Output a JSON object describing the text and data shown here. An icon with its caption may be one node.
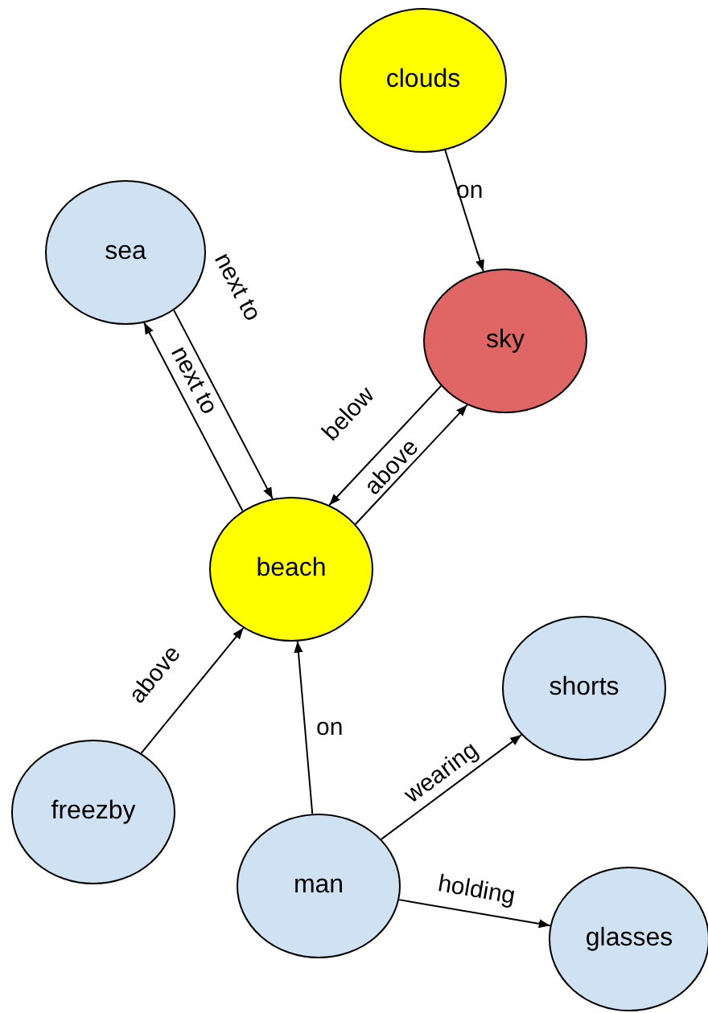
{
  "diagram": {
    "nodes": [
      {
        "text": [
          "clouds"
        ]
      },
      {
        "text": [
          "sea"
        ]
      },
      {
        "text": [
          "sky"
        ]
      },
      {
        "text": [
          "beach"
        ]
      },
      {
        "text": [
          "shorts"
        ]
      },
      {
        "text": [
          "freezby"
        ]
      },
      {
        "text": [
          "man"
        ]
      },
      {
        "text": [
          "glasses"
        ]
      }
    ],
    "edges": [
      {
        "from": 0,
        "to": 2,
        "label": "on",
        "arrow": "to"
      },
      {
        "from": 1,
        "to": 3,
        "label": "next to",
        "arrow": "to"
      },
      {
        "from": 3,
        "to": 1,
        "label": "next to",
        "arrow": "to"
      },
      {
        "from": 2,
        "to": 3,
        "label": "below",
        "arrow": "to"
      },
      {
        "from": 3,
        "to": 2,
        "label": "above",
        "arrow": "to"
      },
      {
        "from": 5,
        "to": 3,
        "label": "above",
        "arrow": "to"
      },
      {
        "from": 6,
        "to": 3,
        "label": "on",
        "arrow": "to"
      },
      {
        "from": 6,
        "to": 4,
        "label": "wearing",
        "arrow": "to"
      },
      {
        "from": 6,
        "to": 7,
        "label": "holding",
        "arrow": "to"
      }
    ]
  }
}
